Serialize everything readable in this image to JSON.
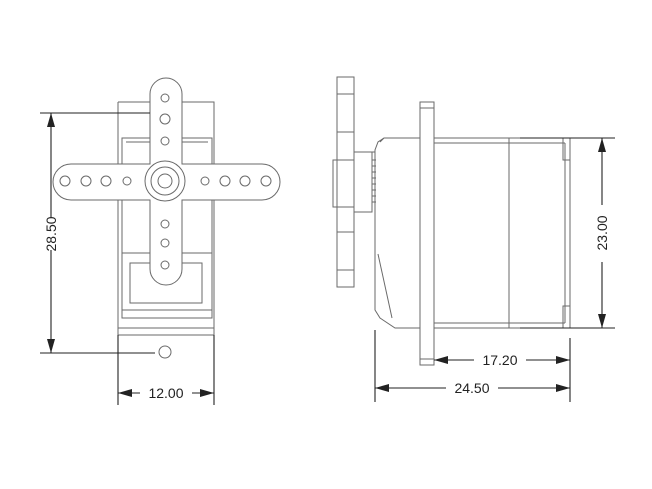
{
  "drawing": {
    "front_view": {
      "height_dimension": "28.50",
      "width_dimension": "12.00"
    },
    "side_view": {
      "height_dimension": "23.00",
      "body_length_dimension": "17.20",
      "total_length_dimension": "24.50"
    }
  }
}
